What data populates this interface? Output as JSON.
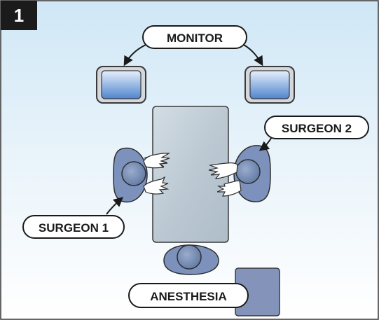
{
  "panel": {
    "number": "1"
  },
  "labels": {
    "monitor": "MONITOR",
    "surgeon1": "SURGEON 1",
    "surgeon2": "SURGEON 2",
    "anesthesia": "ANESTHESIA"
  },
  "colors": {
    "background_top": "#d7ecf8",
    "background_bottom": "#ffffff",
    "table": "#c3cfd8",
    "person": "#7e94bd",
    "person_dark": "#5f78a4",
    "monitor_screen": "#5d8fd2",
    "anesthesia_cart": "#8292b9",
    "glove": "#ffffff"
  }
}
